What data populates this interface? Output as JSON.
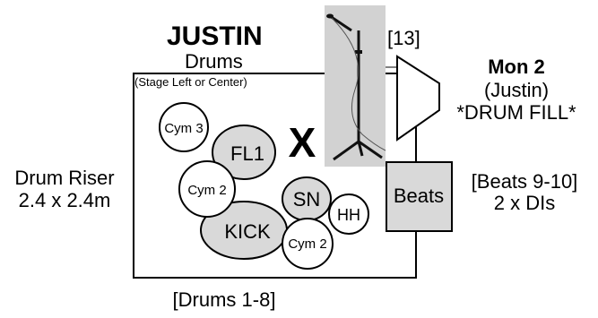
{
  "performer": {
    "name": "JUSTIN",
    "instrument": "Drums",
    "position_note": "(Stage Left or Center)"
  },
  "riser": {
    "label": "Drum Riser",
    "size": "2.4 x 2.4m",
    "channels": "[Drums 1-8]"
  },
  "mic_stand": {
    "channel": "[13]",
    "icon": "mic-stand-icon"
  },
  "marker": "X",
  "kit": {
    "cym3": "Cym 3",
    "fl1": "FL1",
    "cym2_left": "Cym 2",
    "sn": "SN",
    "hh": "HH",
    "kick": "KICK",
    "cym2_right": "Cym 2"
  },
  "monitor": {
    "title": "Mon 2",
    "who": "(Justin)",
    "note": "*DRUM FILL*"
  },
  "beats": {
    "label": "Beats",
    "channels": "[Beats 9-10]",
    "dis": "2 x DIs"
  },
  "colors": {
    "gray_fill": "#d9d9d9",
    "stand_bg": "#d2d2d2",
    "stroke": "#000000"
  }
}
